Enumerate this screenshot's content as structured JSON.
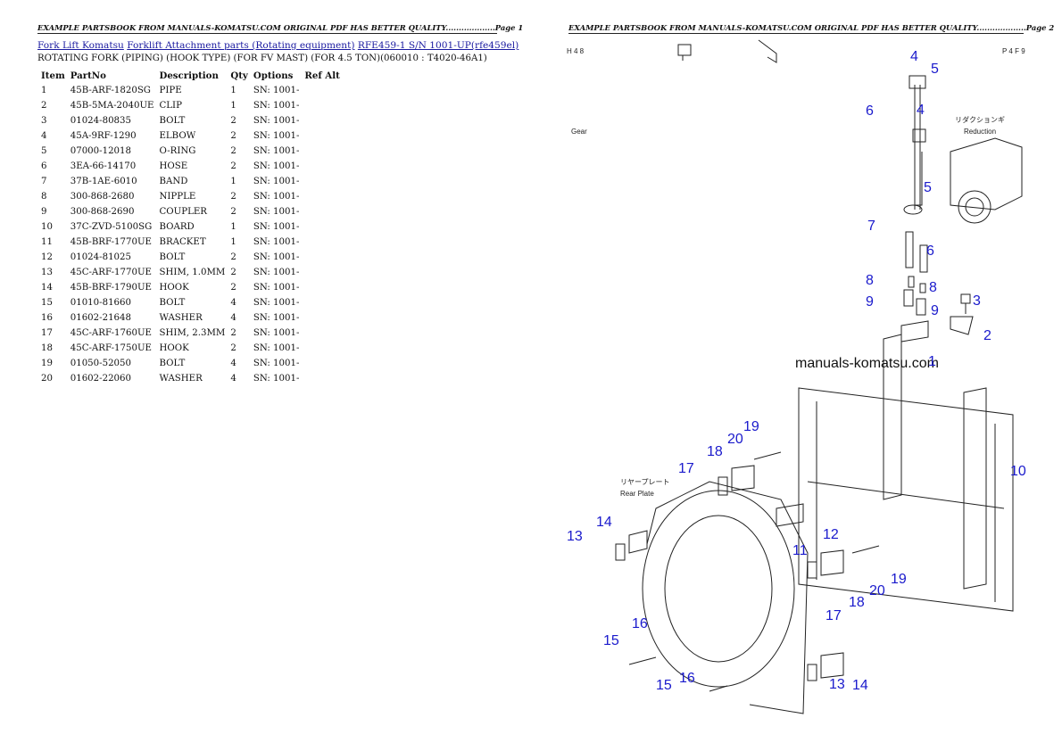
{
  "page1": {
    "header": "EXAMPLE PARTSBOOK FROM MANUALS-KOMATSU.COM ORIGINAL PDF HAS BETTER QUALITY...................Page 1",
    "breadcrumb": [
      "Fork Lift Komatsu",
      "Forklift Attachment parts (Rotating equipment)",
      "RFE459-1 S/N 1001-UP(rfe459el)"
    ],
    "subtitle": "ROTATING FORK (PIPING) (HOOK TYPE) (FOR FV MAST) (FOR 4.5 TON)(060010 : T4020-46A1)",
    "columns": [
      "Item",
      "PartNo",
      "Description",
      "Qty",
      "Options",
      "Ref Alt"
    ],
    "rows": [
      [
        "1",
        "45B-ARF-1820SG",
        "PIPE",
        "1",
        "SN: 1001-"
      ],
      [
        "2",
        "45B-5MA-2040UE",
        "CLIP",
        "1",
        "SN: 1001-"
      ],
      [
        "3",
        "01024-80835",
        "BOLT",
        "2",
        "SN: 1001-"
      ],
      [
        "4",
        "45A-9RF-1290",
        "ELBOW",
        "2",
        "SN: 1001-"
      ],
      [
        "5",
        "07000-12018",
        "O-RING",
        "2",
        "SN: 1001-"
      ],
      [
        "6",
        "3EA-66-14170",
        "HOSE",
        "2",
        "SN: 1001-"
      ],
      [
        "7",
        "37B-1AE-6010",
        "BAND",
        "1",
        "SN: 1001-"
      ],
      [
        "8",
        "300-868-2680",
        "NIPPLE",
        "2",
        "SN: 1001-"
      ],
      [
        "9",
        "300-868-2690",
        "COUPLER",
        "2",
        "SN: 1001-"
      ],
      [
        "10",
        "37C-ZVD-5100SG",
        "BOARD",
        "1",
        "SN: 1001-"
      ],
      [
        "11",
        "45B-BRF-1770UE",
        "BRACKET",
        "1",
        "SN: 1001-"
      ],
      [
        "12",
        "01024-81025",
        "BOLT",
        "2",
        "SN: 1001-"
      ],
      [
        "13",
        "45C-ARF-1770UE",
        "SHIM, 1.0MM",
        "2",
        "SN: 1001-"
      ],
      [
        "14",
        "45B-BRF-1790UE",
        "HOOK",
        "2",
        "SN: 1001-"
      ],
      [
        "15",
        "01010-81660",
        "BOLT",
        "4",
        "SN: 1001-"
      ],
      [
        "16",
        "01602-21648",
        "WASHER",
        "4",
        "SN: 1001-"
      ],
      [
        "17",
        "45C-ARF-1760UE",
        "SHIM, 2.3MM",
        "2",
        "SN: 1001-"
      ],
      [
        "18",
        "45C-ARF-1750UE",
        "HOOK",
        "2",
        "SN: 1001-"
      ],
      [
        "19",
        "01050-52050",
        "BOLT",
        "4",
        "SN: 1001-"
      ],
      [
        "20",
        "01602-22060",
        "WASHER",
        "4",
        "SN: 1001-"
      ]
    ]
  },
  "page2": {
    "header": "EXAMPLE PARTSBOOK FROM MANUALS-KOMATSU.COM ORIGINAL PDF HAS BETTER QUALITY...................Page 2",
    "watermark": "manuals-komatsu.com",
    "diagram_texts": {
      "reduction_jp": "リダクションギ",
      "reduction_en": "Reduction",
      "rear_plate_jp": "リヤープレート",
      "rear_plate_en": "Rear Plate",
      "gear_fragment": "Gear",
      "top_left_code": "H 4 8",
      "top_right_code": "P 4 F 9"
    },
    "callouts": [
      "1",
      "2",
      "3",
      "4",
      "4",
      "5",
      "5",
      "6",
      "6",
      "7",
      "8",
      "8",
      "9",
      "9",
      "10",
      "11",
      "12",
      "13",
      "13",
      "14",
      "14",
      "15",
      "15",
      "16",
      "16",
      "17",
      "17",
      "18",
      "18",
      "19",
      "19",
      "20",
      "20"
    ],
    "callout_color": "#1a1acc"
  }
}
